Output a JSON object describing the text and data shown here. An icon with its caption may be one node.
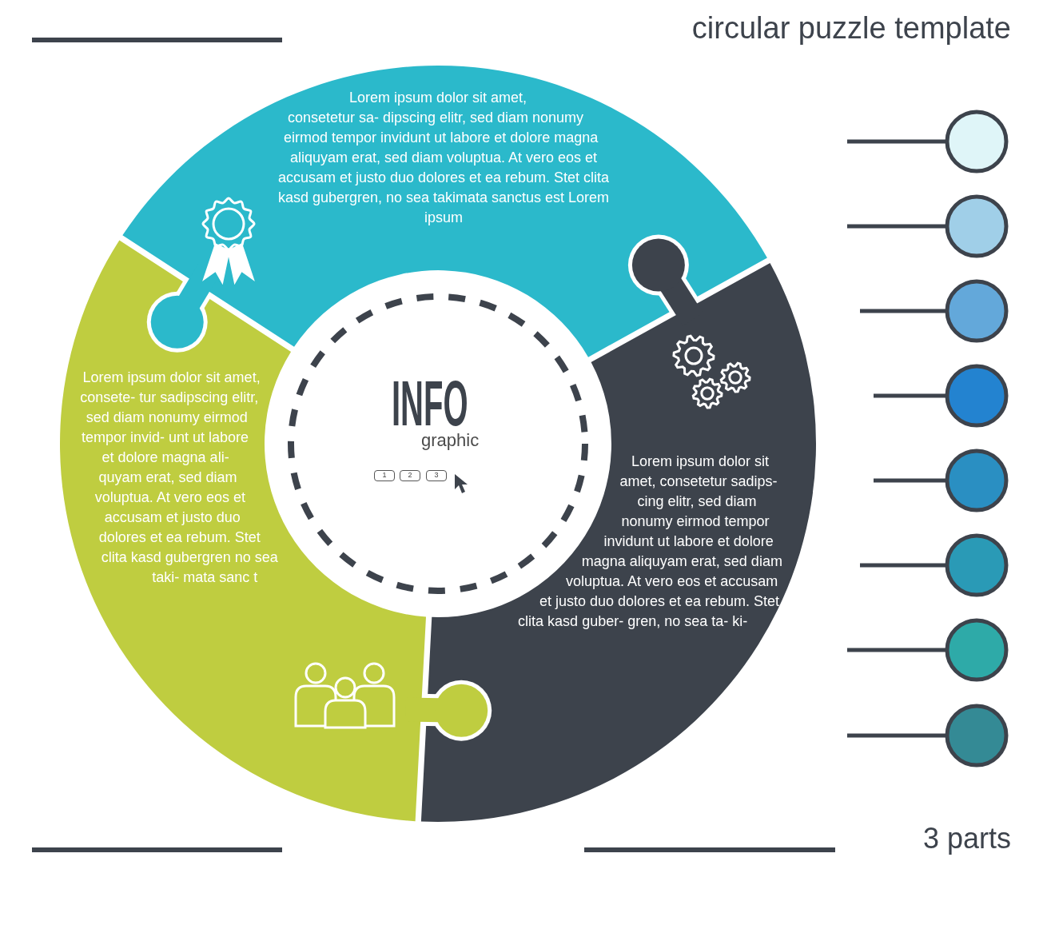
{
  "diagram": {
    "title": "circular puzzle template",
    "nodes": [
      {
        "text": [
          "Lorem ipsum dolor sit amet, consetetur sa- dipscing elitr, sed diam nonumy eirmod tempor invidunt ut labore et dolore magna aliquyam erat, sed diam voluptua. At vero eos et accusam et justo duo dolores et ea rebum. Stet clita kasd gubergren, no sea takimata sanctus est Lorem ipsum"
        ]
      },
      {
        "text": [
          "Lorem ipsum dolor sit amet, consete- tur sadipscing elitr, sed diam nonumy eirmod tempor invid- unt ut labore et dolore magna ali- quyam erat, sed diam voluptua. At vero eos et accusam et justo duo dolores et ea rebum. Stet clita kasd gubergren no sea taki- mata sanc t"
        ]
      },
      {
        "text": [
          "Lorem ipsum dolor sit amet, consetetur sadips- cing elitr, sed diam nonumy eirmod tempor invidunt ut labore et dolore magna aliquyam erat, sed diam voluptua. At vero eos et accusam et justo duo dolores et ea rebum. Stet clita kasd guber- gren, no sea ta- ki-"
        ]
      },
      {
        "text": [
          "INFO",
          "graphic"
        ]
      },
      {
        "text": [
          "1"
        ],
        "in": 3
      },
      {
        "text": [
          "2"
        ],
        "in": 3
      },
      {
        "text": [
          "3"
        ],
        "in": 3
      }
    ],
    "labels": [
      "3 parts"
    ]
  }
}
